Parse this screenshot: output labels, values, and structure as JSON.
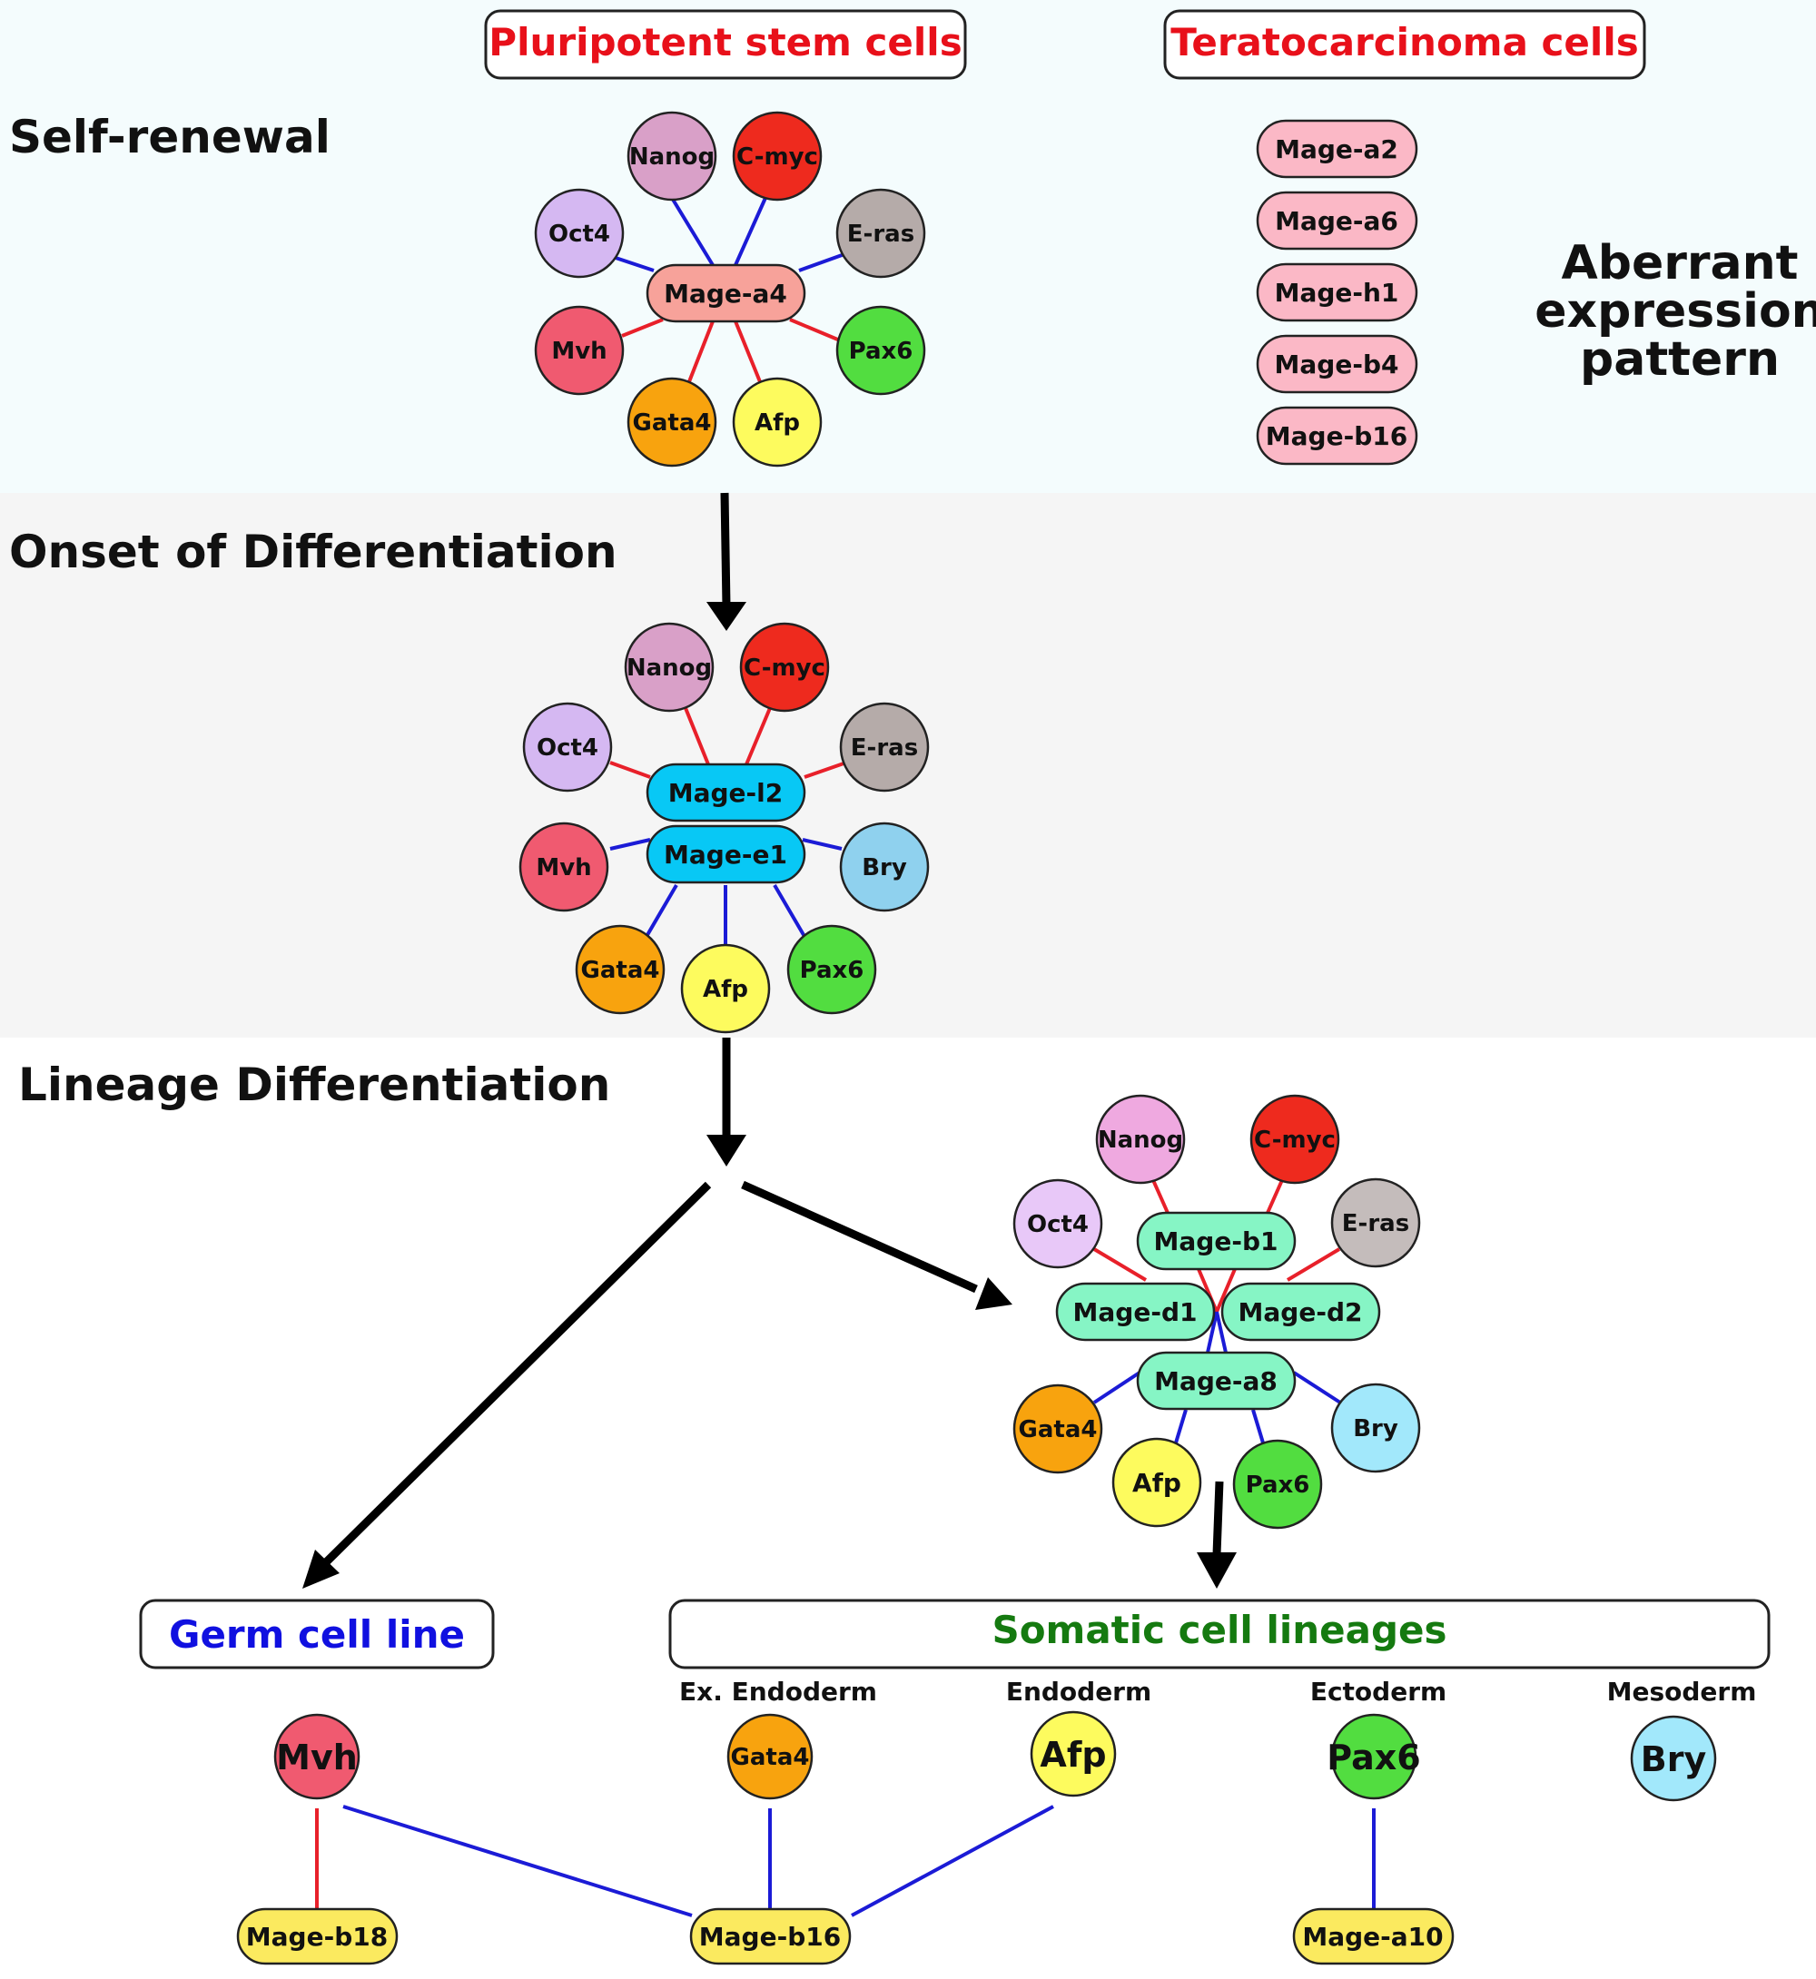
{
  "sections": {
    "self_renewal": "Self-renewal",
    "onset": "Onset of Differentiation",
    "lineage": "Lineage Differentiation"
  },
  "headers": {
    "pluripotent": "Pluripotent stem cells",
    "teratocarcinoma": "Teratocarcinoma cells",
    "germ": "Germ cell line",
    "somatic": "Somatic cell lineages"
  },
  "aberrant": {
    "line1": "Aberrant",
    "line2": "expression",
    "line3": "pattern"
  },
  "terato_genes": [
    "Mage-a2",
    "Mage-a6",
    "Mage-h1",
    "Mage-b4",
    "Mage-b16"
  ],
  "network1": {
    "hub": "Mage-a4",
    "nodes": [
      "Nanog",
      "C-myc",
      "Oct4",
      "E-ras",
      "Mvh",
      "Pax6",
      "Gata4",
      "Afp"
    ]
  },
  "network2": {
    "hubs": [
      "Mage-l2",
      "Mage-e1"
    ],
    "nodes": [
      "Nanog",
      "C-myc",
      "Oct4",
      "E-ras",
      "Mvh",
      "Bry",
      "Gata4",
      "Afp",
      "Pax6"
    ]
  },
  "network3": {
    "hubs": [
      "Mage-b1",
      "Mage-d1",
      "Mage-d2",
      "Mage-a8"
    ],
    "nodes": [
      "Nanog",
      "C-myc",
      "Oct4",
      "E-ras",
      "Gata4",
      "Bry",
      "Afp",
      "Pax6"
    ]
  },
  "lineages": {
    "labels": [
      "Ex. Endoderm",
      "Endoderm",
      "Ectoderm",
      "Mesoderm"
    ],
    "markers": [
      "Mvh",
      "Gata4",
      "Afp",
      "Pax6",
      "Bry"
    ],
    "mage": [
      "Mage-b18",
      "Mage-b16",
      "Mage-a10"
    ]
  },
  "colors": {
    "red_link": "#e8202a",
    "blue_link": "#1b1bd6",
    "nanog": "#d9a0c8",
    "cmyc": "#ee2a1e",
    "oct4": "#d5b8f2",
    "eras": "#b5aba9",
    "mvh": "#f05a70",
    "pax6": "#52dd40",
    "gata4": "#f8a30e",
    "afp": "#fdfb5e",
    "bry": "#8fd1ee",
    "hub1": "#f7a29a",
    "hub2": "#08c8f5",
    "hub3": "#86f5c5",
    "terato_pill": "#fbb8c6",
    "mage_yellow": "#fbea5f",
    "header_red": "#e8101a",
    "header_blue": "#1010e0",
    "header_green": "#157a10"
  }
}
